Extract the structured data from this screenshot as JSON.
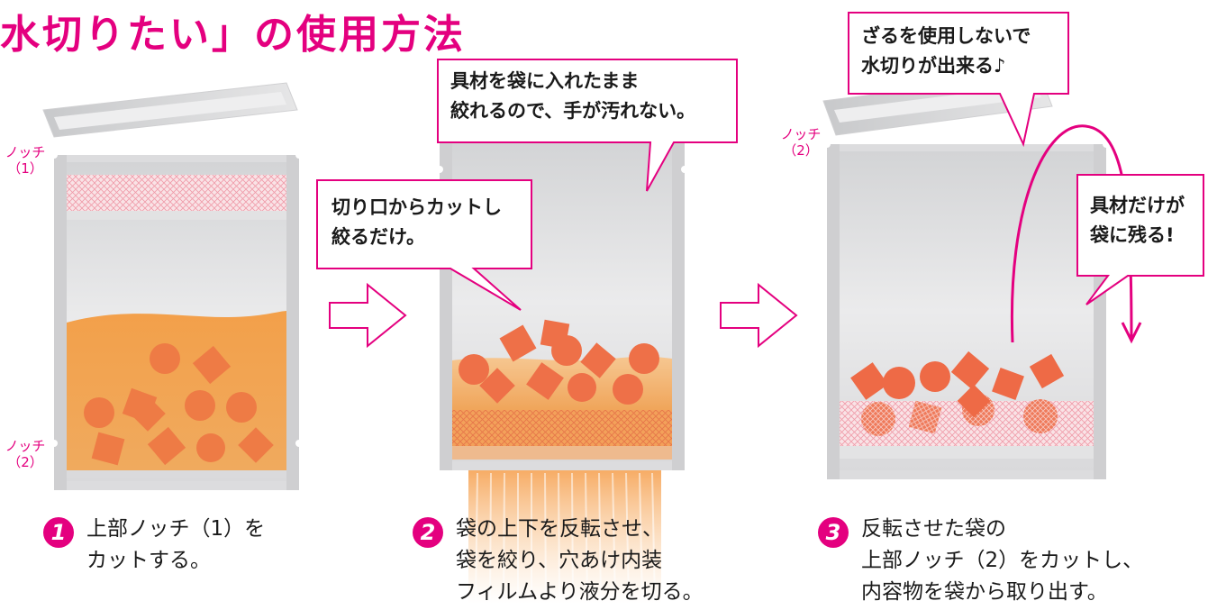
{
  "title": "水切りたい」の使用方法",
  "colors": {
    "accent": "#e4007f",
    "liquid": "#f2a24e",
    "ingredient": "#ee7048"
  },
  "panel1": {
    "notch1": [
      "ノッチ",
      "（1）"
    ],
    "notch2": [
      "ノッチ",
      "（2）"
    ]
  },
  "panel2": {
    "bubble_top": [
      "具材を袋に入れたまま",
      "絞れるので、手が汚れない。"
    ],
    "bubble_left": [
      "切り口からカットし",
      "絞るだけ。"
    ]
  },
  "panel3": {
    "notch2": [
      "ノッチ",
      "（2）"
    ],
    "bubble_top": [
      "ざるを使用しないで",
      "水切りが出来る♪"
    ],
    "bubble_right": [
      "具材だけが",
      "袋に残る!"
    ]
  },
  "steps": [
    {
      "number": "1",
      "lines": [
        "上部ノッチ（1）を",
        "カットする。"
      ]
    },
    {
      "number": "2",
      "lines": [
        "袋の上下を反転させ、",
        "袋を絞り、穴あけ内装",
        "フィルムより液分を切る。"
      ]
    },
    {
      "number": "3",
      "lines": [
        "反転させた袋の",
        "上部ノッチ（2）をカットし、",
        "内容物を袋から取り出す。"
      ]
    }
  ]
}
